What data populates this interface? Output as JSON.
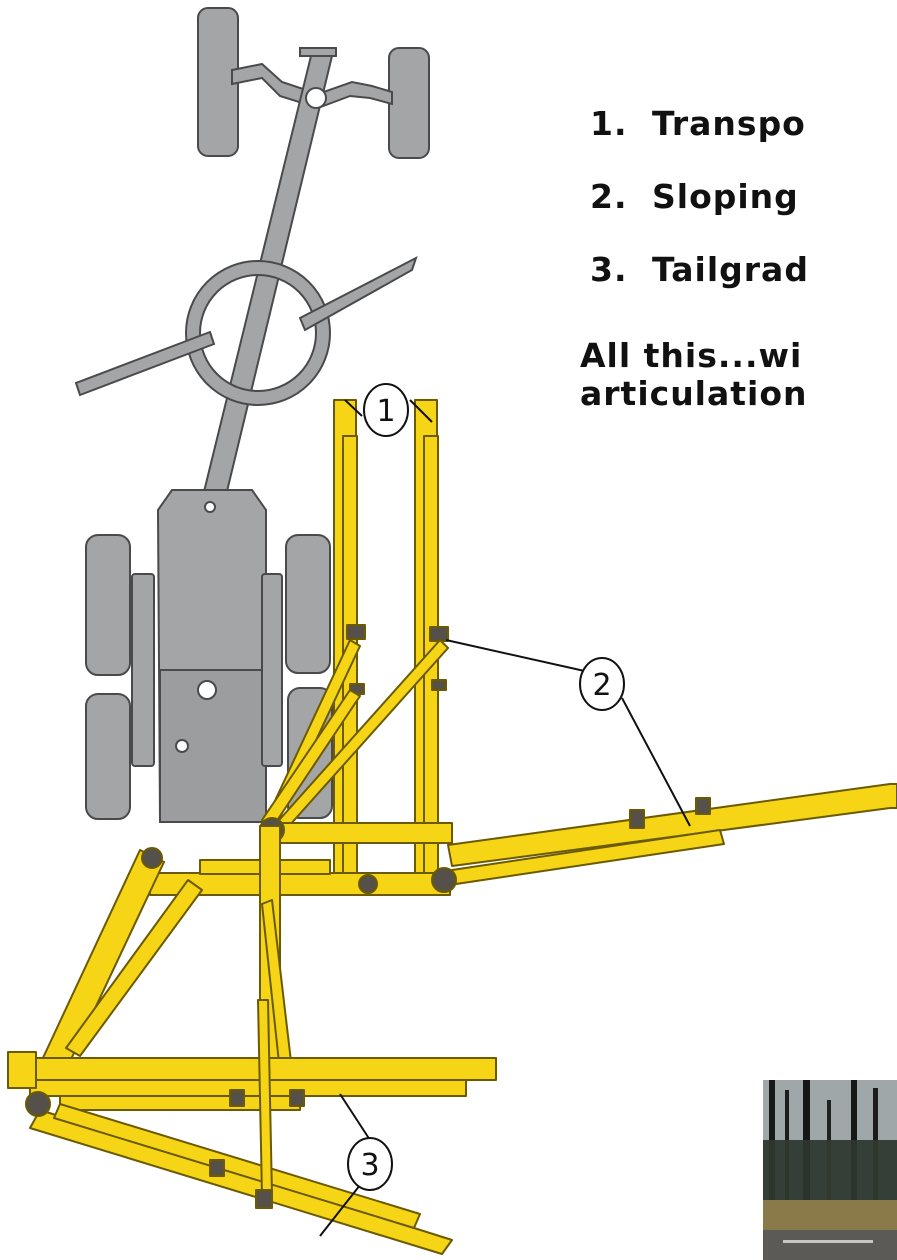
{
  "list": [
    {
      "number": "1.",
      "label": "Transpo"
    },
    {
      "number": "2.",
      "label": "Sloping"
    },
    {
      "number": "3.",
      "label": "Tailgrad"
    }
  ],
  "summary": {
    "line1": "All this...wi",
    "line2": "articulation"
  },
  "callouts": [
    "1",
    "2",
    "3"
  ],
  "colors": {
    "frame": "#f5d516",
    "frame_outline": "#6b5a00",
    "tractor": "#a4a5a7",
    "tractor_outline": "#4a4a4c",
    "text": "#111111"
  },
  "photo": {
    "icon": "forest-road-photo"
  }
}
